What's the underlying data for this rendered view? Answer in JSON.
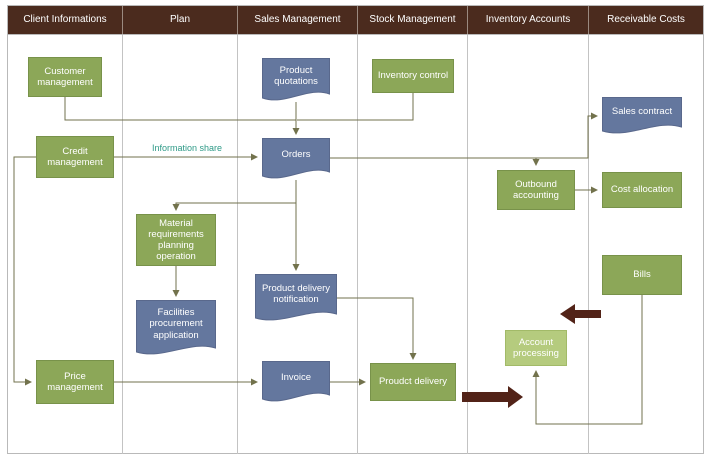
{
  "lanes": [
    {
      "label": "Client Informations"
    },
    {
      "label": "Plan"
    },
    {
      "label": "Sales Management"
    },
    {
      "label": "Stock Management"
    },
    {
      "label": "Inventory Accounts"
    },
    {
      "label": "Receivable Costs"
    }
  ],
  "nodes": {
    "customer_management": "Customer management",
    "credit_management": "Credit management",
    "price_management": "Price management",
    "material_requirements": "Material requirements planning operation",
    "facilities_procurement": "Facilities procurement application",
    "product_quotations": "Product quotations",
    "orders": "Orders",
    "product_delivery_notification": "Product delivery notification",
    "invoice": "Invoice",
    "inventory_control": "Inventory control",
    "proudct_delivery": "Proudct delivery",
    "outbound_accounting": "Outbound accounting",
    "account_processing": "Account processing",
    "sales_contract": "Sales contract",
    "cost_allocation": "Cost allocation",
    "bills": "Bills"
  },
  "labels": {
    "information_share": "Information share"
  },
  "colors": {
    "header_bg": "#4B2B1E",
    "process_fill": "#8CA758",
    "document_fill": "#64779E",
    "light_process_fill": "#B5CB7E",
    "connector": "#72724C",
    "block_arrow": "#522318",
    "share_label": "#2E9A87"
  }
}
